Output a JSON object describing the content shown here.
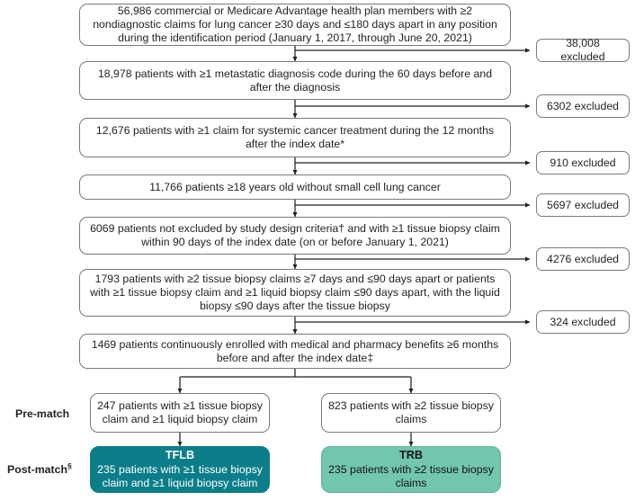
{
  "figure": {
    "type": "patient-attrition-flow-diagram",
    "colors": {
      "tflb_fill": "#0c7e8a",
      "tflb_text": "#ffffff",
      "trb_fill": "#72c5af",
      "trb_text": "#141414",
      "box_border": "#7a7a7a",
      "background": "#ffffff"
    }
  },
  "main_steps": [
    {
      "id": "step-1",
      "text": "56,986 commercial or Medicare Advantage health plan members with ≥2 nondiagnostic claims for lung cancer ≥30 days and ≤180 days apart in any position during the identification period (January 1, 2017, through June 20, 2021)"
    },
    {
      "id": "step-2",
      "text": "18,978 patients with ≥1 metastatic diagnosis code during the 60 days before and after the diagnosis"
    },
    {
      "id": "step-3",
      "text": "12,676 patients with ≥1 claim for systemic cancer treatment during the 12 months after the index date*"
    },
    {
      "id": "step-4",
      "text": "11,766 patients ≥18 years old without small cell lung cancer"
    },
    {
      "id": "step-5",
      "text": "6069 patients not excluded by study design criteria† and with ≥1 tissue biopsy claim within 90 days of the index date (on or before January 1, 2021)"
    },
    {
      "id": "step-6",
      "text": "1793 patients with ≥2 tissue biopsy claims ≥7 days and ≤90 days apart or patients with ≥1 tissue biopsy claim and ≥1 liquid biopsy claim ≤90 days apart, with the liquid biopsy ≤90 days after the tissue biopsy"
    },
    {
      "id": "step-7",
      "text": "1469 patients continuously enrolled with medical and pharmacy benefits ≥6 months before and after the index date‡"
    }
  ],
  "exclusions": [
    {
      "id": "excl-1",
      "text": "38,008 excluded"
    },
    {
      "id": "excl-2",
      "text": "6302 excluded"
    },
    {
      "id": "excl-3",
      "text": "910 excluded"
    },
    {
      "id": "excl-4",
      "text": "5697 excluded"
    },
    {
      "id": "excl-5",
      "text": "4276 excluded"
    },
    {
      "id": "excl-6",
      "text": "324 excluded"
    }
  ],
  "stage_labels": {
    "pre_match": "Pre-match",
    "post_match": "Post-match",
    "post_match_footnote": "§"
  },
  "pre_match": {
    "left": {
      "text": "247 patients with ≥1 tissue biopsy claim and ≥1 liquid biopsy claim"
    },
    "right": {
      "text": "823 patients with ≥2 tissue biopsy claims"
    }
  },
  "post_match": {
    "left": {
      "title": "TFLB",
      "text": "235 patients with ≥1 tissue biopsy claim and ≥1 liquid biopsy claim"
    },
    "right": {
      "title": "TRB",
      "text": "235 patients with ≥2 tissue biopsy claims"
    }
  }
}
